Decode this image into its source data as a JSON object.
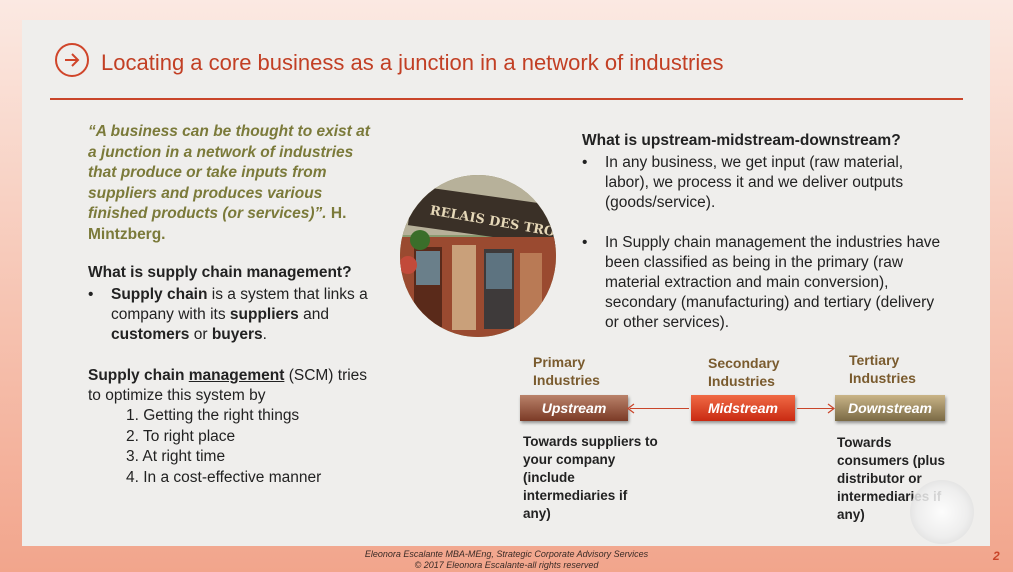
{
  "title": "Locating a core business as a junction in a network of industries",
  "quote": {
    "text": "“A business can be thought to exist at a junction in a network of industries that produce or take inputs from suppliers and produces various finished products (or services)”.",
    "author": "  H. Mintzberg."
  },
  "supply_chain": {
    "heading": "What is supply chain management?",
    "bullet_symbol": "•",
    "bullet": {
      "t1": "Supply chain",
      "t2": " is a system that links a company with its ",
      "t3": "suppliers",
      "t4": " and ",
      "t5": "customers",
      "t6": " or ",
      "t7": "buyers",
      "t8": "."
    },
    "scm": {
      "t1": "Supply chain ",
      "t2": "management",
      "t3": " (SCM) tries to optimize this system by"
    },
    "steps": [
      "1. Getting the right things",
      "2. To right place",
      "3. At right time",
      "4. In a cost-effective manner"
    ]
  },
  "stream": {
    "heading": "What is upstream-midstream-downstream?",
    "bullets": [
      "In any business, we get input (raw material, labor), we process it and we deliver outputs (goods/service).",
      "In Supply chain management the industries have been classified as being in the primary (raw material extraction and main conversion), secondary (manufacturing) and tertiary (delivery or other services)."
    ]
  },
  "diagram": {
    "categories": [
      {
        "line1": "Primary",
        "line2": "Industries"
      },
      {
        "line1": "Secondary",
        "line2": "Industries"
      },
      {
        "line1": "Tertiary",
        "line2": "Industries"
      }
    ],
    "boxes": [
      "Upstream",
      "Midstream",
      "Downstream"
    ],
    "upstream_desc": "Towards suppliers to your company (include intermediaries if any)",
    "downstream_desc": "Towards consumers (plus distributor or intermediaries if any)"
  },
  "photo_sign": "RELAIS DES TROIS",
  "footer": {
    "line1": "Eleonora Escalante MBA-MEng, Strategic Corporate Advisory Services",
    "line2": "© 2017 Eleonora Escalante-all rights reserved"
  },
  "page_number": "2",
  "colors": {
    "accent": "#c9452a",
    "quote": "#7b7a3a",
    "category": "#7a5b2e"
  }
}
